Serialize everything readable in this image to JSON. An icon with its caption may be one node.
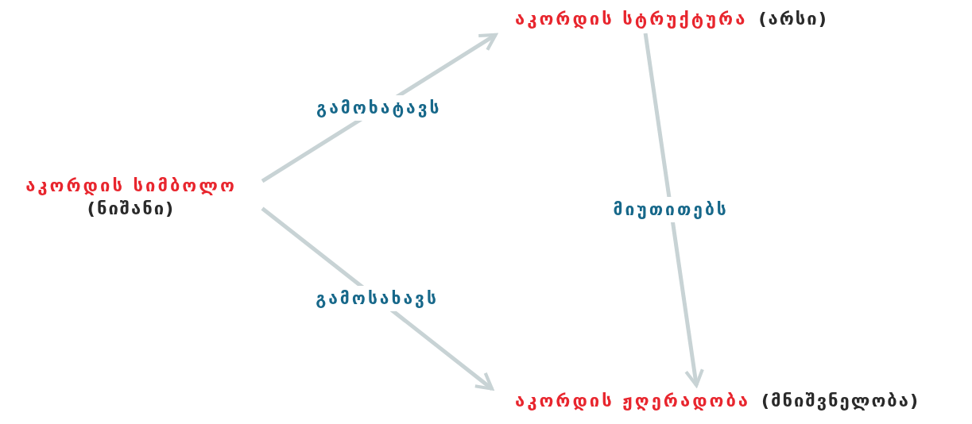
{
  "diagram": {
    "nodes": [
      {
        "text": [
          "აკორდის სიმბოლო",
          "(ნიშანი)"
        ]
      },
      {
        "text": [
          "აკორდის სტრუქტურა",
          "(არსი)"
        ]
      },
      {
        "text": [
          "აკორდის ჟღერადობა",
          "(მნიშვნელობა)"
        ]
      }
    ],
    "edges": [
      {
        "from": 0,
        "to": 1,
        "arrow": "to",
        "label": "გამოხატავს"
      },
      {
        "from": 1,
        "to": 2,
        "arrow": "to",
        "label": "მიუთითებს"
      },
      {
        "from": 0,
        "to": 2,
        "arrow": "to",
        "label": "გამოსახავს"
      }
    ]
  }
}
